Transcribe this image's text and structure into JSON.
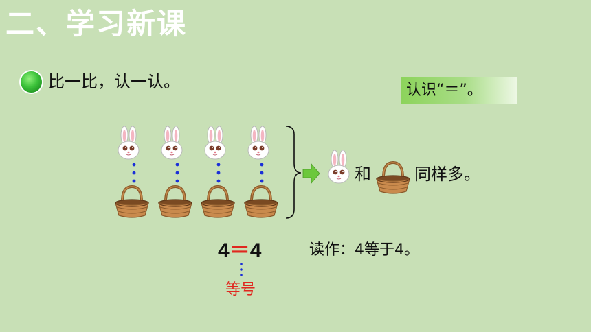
{
  "section_title": "二、学习新课",
  "instruction": "比一比，认一认。",
  "topic": "认识“＝”。",
  "comparison": {
    "rabbit_count": 4,
    "basket_count": 4,
    "connector": "和",
    "result": "同样多。"
  },
  "equation": {
    "left": "4",
    "sign": "＝",
    "right": "4"
  },
  "reading": "读作：4等于4。",
  "sign_label": "等号",
  "icons": [
    "bullet-icon",
    "rabbit-icon",
    "basket-icon",
    "brace-icon",
    "arrow-right-icon"
  ],
  "colors": {
    "background": "#c8e0b6",
    "accent_green": "#8cd35b",
    "dot_blue": "#1a2fd8",
    "equal_red": "#e0271f",
    "arrow_green": "#6cc83c"
  }
}
